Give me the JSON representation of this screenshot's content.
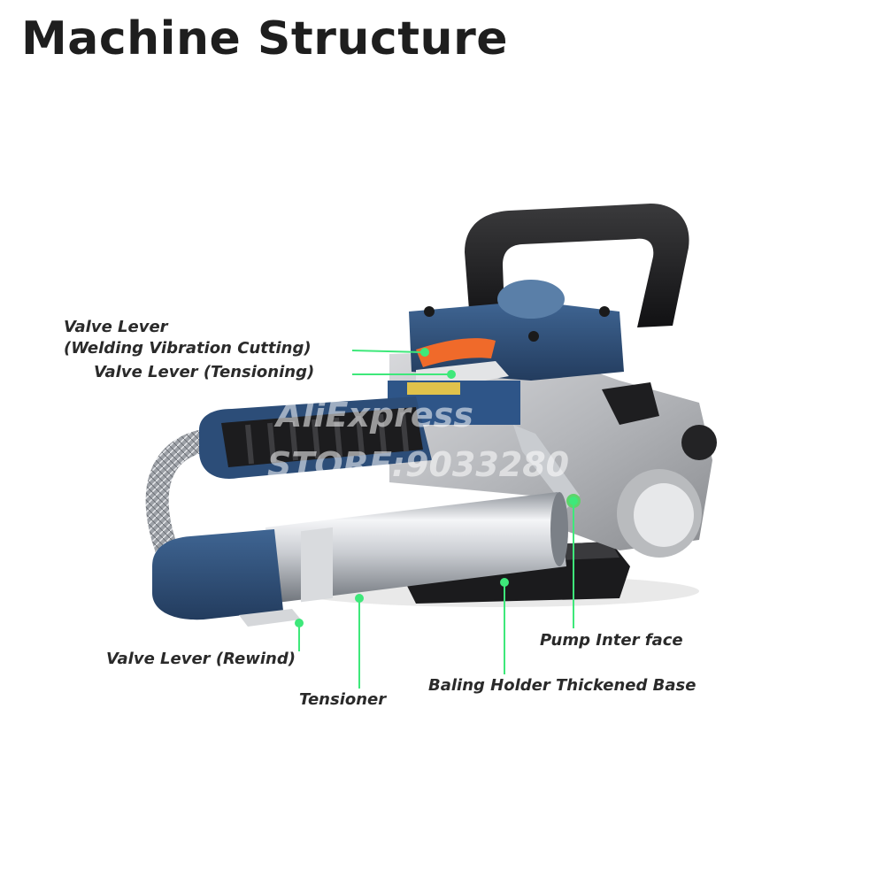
{
  "title": "Machine Structure",
  "watermark": {
    "line1": "AliExpress",
    "line2": "STORE:9033280"
  },
  "callouts": {
    "valve_welding_line1": "Valve Lever",
    "valve_welding_line2": "(Welding Vibration Cutting)",
    "valve_tensioning": "Valve Lever (Tensioning)",
    "valve_rewind": "Valve Lever (Rewind)",
    "tensioner": "Tensioner",
    "pump_interface": "Pump Inter face",
    "baling_holder": "Baling Holder Thickened Base"
  },
  "colors": {
    "leader_line": "#3ee87a",
    "body_blue": "#2f4f7a",
    "lever_orange": "#f06a2a",
    "metal": "#c8cbd0"
  }
}
